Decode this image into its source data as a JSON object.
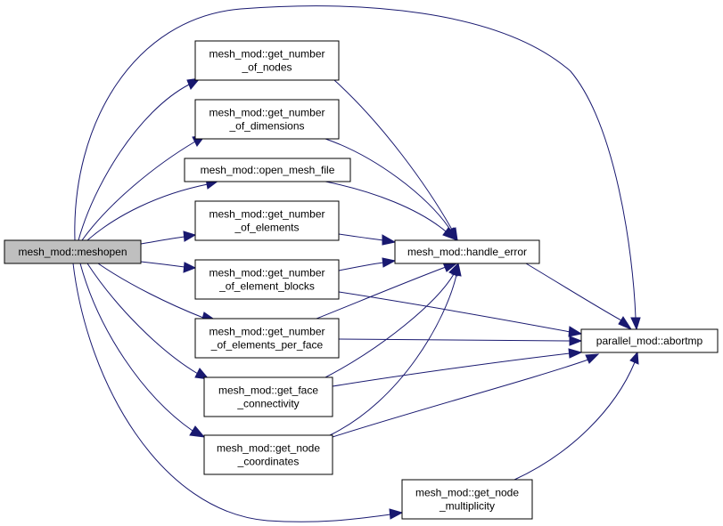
{
  "colors": {
    "edge": "#191970",
    "root_fill": "#bfbfbf",
    "node_fill": "#ffffff",
    "node_border": "#000000"
  },
  "nodes": {
    "meshopen": {
      "lines": [
        "mesh_mod::meshopen"
      ],
      "root": true
    },
    "get_number_of_nodes": {
      "lines": [
        "mesh_mod::get_number",
        "_of_nodes"
      ]
    },
    "get_number_of_dimensions": {
      "lines": [
        "mesh_mod::get_number",
        "_of_dimensions"
      ]
    },
    "open_mesh_file": {
      "lines": [
        "mesh_mod::open_mesh_file"
      ]
    },
    "get_number_of_elements": {
      "lines": [
        "mesh_mod::get_number",
        "_of_elements"
      ]
    },
    "get_number_of_element_blocks": {
      "lines": [
        "mesh_mod::get_number",
        "_of_element_blocks"
      ]
    },
    "get_number_of_elements_per_face": {
      "lines": [
        "mesh_mod::get_number",
        "_of_elements_per_face"
      ]
    },
    "get_face_connectivity": {
      "lines": [
        "mesh_mod::get_face",
        "_connectivity"
      ]
    },
    "get_node_coordinates": {
      "lines": [
        "mesh_mod::get_node",
        "_coordinates"
      ]
    },
    "get_node_multiplicity": {
      "lines": [
        "mesh_mod::get_node",
        "_multiplicity"
      ]
    },
    "handle_error": {
      "lines": [
        "mesh_mod::handle_error"
      ]
    },
    "abortmp": {
      "lines": [
        "parallel_mod::abortmp"
      ]
    }
  },
  "edges": [
    [
      "meshopen",
      "get_number_of_nodes"
    ],
    [
      "meshopen",
      "get_number_of_dimensions"
    ],
    [
      "meshopen",
      "open_mesh_file"
    ],
    [
      "meshopen",
      "get_number_of_elements"
    ],
    [
      "meshopen",
      "get_number_of_element_blocks"
    ],
    [
      "meshopen",
      "get_number_of_elements_per_face"
    ],
    [
      "meshopen",
      "get_face_connectivity"
    ],
    [
      "meshopen",
      "get_node_coordinates"
    ],
    [
      "meshopen",
      "get_node_multiplicity"
    ],
    [
      "meshopen",
      "abortmp"
    ],
    [
      "get_number_of_nodes",
      "handle_error"
    ],
    [
      "get_number_of_dimensions",
      "handle_error"
    ],
    [
      "open_mesh_file",
      "handle_error"
    ],
    [
      "get_number_of_elements",
      "handle_error"
    ],
    [
      "get_number_of_element_blocks",
      "handle_error"
    ],
    [
      "get_number_of_element_blocks",
      "abortmp"
    ],
    [
      "get_number_of_elements_per_face",
      "handle_error"
    ],
    [
      "get_number_of_elements_per_face",
      "abortmp"
    ],
    [
      "get_face_connectivity",
      "handle_error"
    ],
    [
      "get_face_connectivity",
      "abortmp"
    ],
    [
      "get_node_coordinates",
      "handle_error"
    ],
    [
      "get_node_coordinates",
      "abortmp"
    ],
    [
      "get_node_multiplicity",
      "abortmp"
    ],
    [
      "handle_error",
      "abortmp"
    ]
  ]
}
